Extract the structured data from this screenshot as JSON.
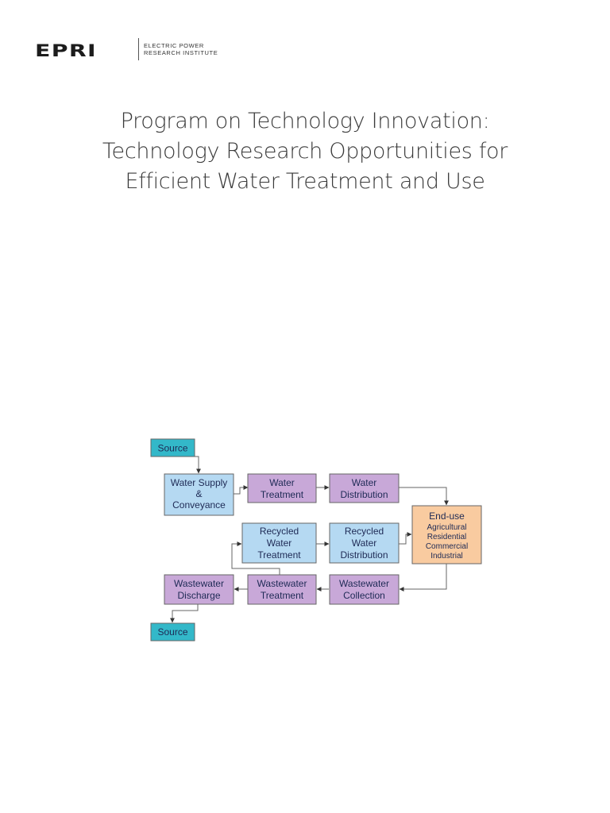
{
  "logo": {
    "mark": "EPRI",
    "line1": "ELECTRIC POWER",
    "line2": "RESEARCH INSTITUTE"
  },
  "title": {
    "line1": "Program on Technology Innovation:",
    "line2": "Technology Research Opportunities for",
    "line3": "Efficient Water Treatment and Use"
  },
  "diagram": {
    "source_top": "Source",
    "water_supply": [
      "Water Supply",
      "&",
      "Conveyance"
    ],
    "water_treatment": [
      "Water",
      "Treatment"
    ],
    "water_distribution": [
      "Water",
      "Distribution"
    ],
    "end_use": {
      "title": "End-use",
      "items": [
        "Agricultural",
        "Residential",
        "Commercial",
        "Industrial"
      ]
    },
    "recycled_treatment": [
      "Recycled",
      "Water",
      "Treatment"
    ],
    "recycled_distribution": [
      "Recycled",
      "Water",
      "Distribution"
    ],
    "wastewater_discharge": [
      "Wastewater",
      "Discharge"
    ],
    "wastewater_treatment": [
      "Wastewater",
      "Treatment"
    ],
    "wastewater_collection": [
      "Wastewater",
      "Collection"
    ],
    "source_bottom": "Source"
  }
}
